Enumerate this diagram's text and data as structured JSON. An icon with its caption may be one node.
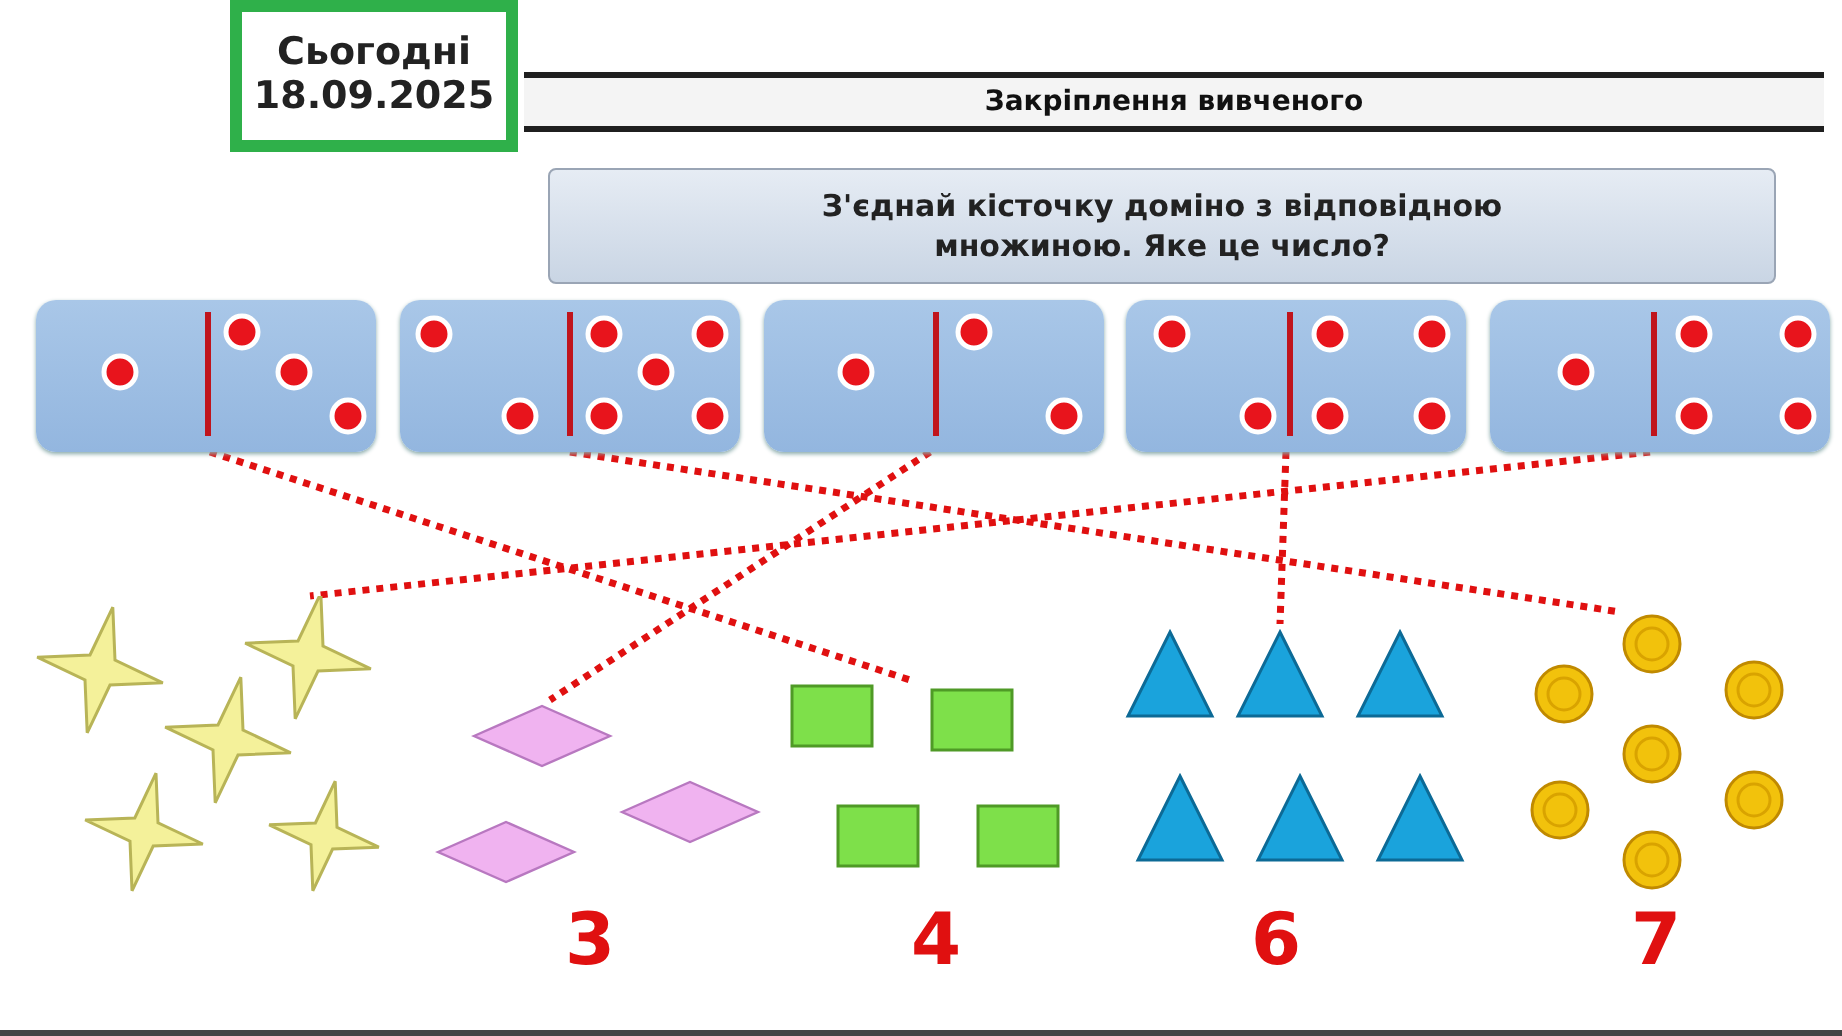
{
  "diagram": {
    "title": "Закріплення вивченого",
    "nodes": [
      {
        "text": [
          "Сьогодні",
          "18.09.2025"
        ]
      },
      {
        "text": [
          "З'єднай кісточку доміно з відповідною множиною. Яке це число?"
        ]
      },
      {
        "text": [],
        "shape": "box"
      },
      {
        "text": [],
        "shape": "box"
      },
      {
        "text": [],
        "shape": "box"
      },
      {
        "text": [],
        "shape": "box"
      },
      {
        "text": [],
        "shape": "box"
      },
      {
        "text": [],
        "shape": "picture"
      },
      {
        "text": [],
        "shape": "picture",
        "beside": [
          "3"
        ]
      },
      {
        "text": [],
        "shape": "picture",
        "beside": [
          "4"
        ]
      },
      {
        "text": [],
        "shape": "picture",
        "beside": [
          "6"
        ]
      },
      {
        "text": [],
        "shape": "picture",
        "beside": [
          "7"
        ]
      }
    ],
    "edges": [
      {
        "from": 2,
        "to": 9,
        "arrow": "none"
      },
      {
        "from": 3,
        "to": 11,
        "arrow": "none"
      },
      {
        "from": 4,
        "to": 8,
        "arrow": "none"
      },
      {
        "from": 5,
        "to": 10,
        "arrow": "none"
      },
      {
        "from": 6,
        "to": 7,
        "arrow": "none"
      }
    ]
  }
}
